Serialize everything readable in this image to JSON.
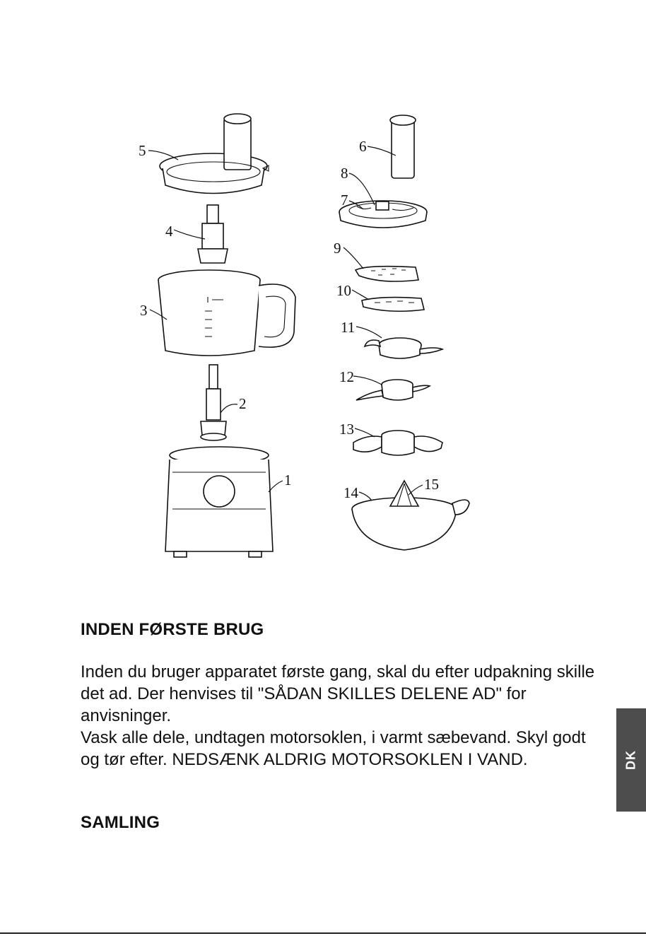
{
  "diagram": {
    "labels": [
      "1",
      "2",
      "3",
      "4",
      "5",
      "6",
      "7",
      "8",
      "9",
      "10",
      "11",
      "12",
      "13",
      "14",
      "15"
    ]
  },
  "section1": {
    "heading": "INDEN FØRSTE BRUG",
    "para1": "Inden du bruger apparatet første gang, skal du efter udpakning skille det ad. Der henvises til \"SÅDAN SKILLES DELENE AD\" for anvisninger.",
    "para2": "Vask alle dele, undtagen motorsoklen, i varmt sæbevand. Skyl godt og tør efter. NEDSÆNK ALDRIG MOTORSOKLEN I VAND."
  },
  "section2": {
    "heading": "SAMLING"
  },
  "language_tab": "DK",
  "colors": {
    "tab": "#4d4d4d",
    "text": "#111111",
    "background": "#ffffff"
  }
}
